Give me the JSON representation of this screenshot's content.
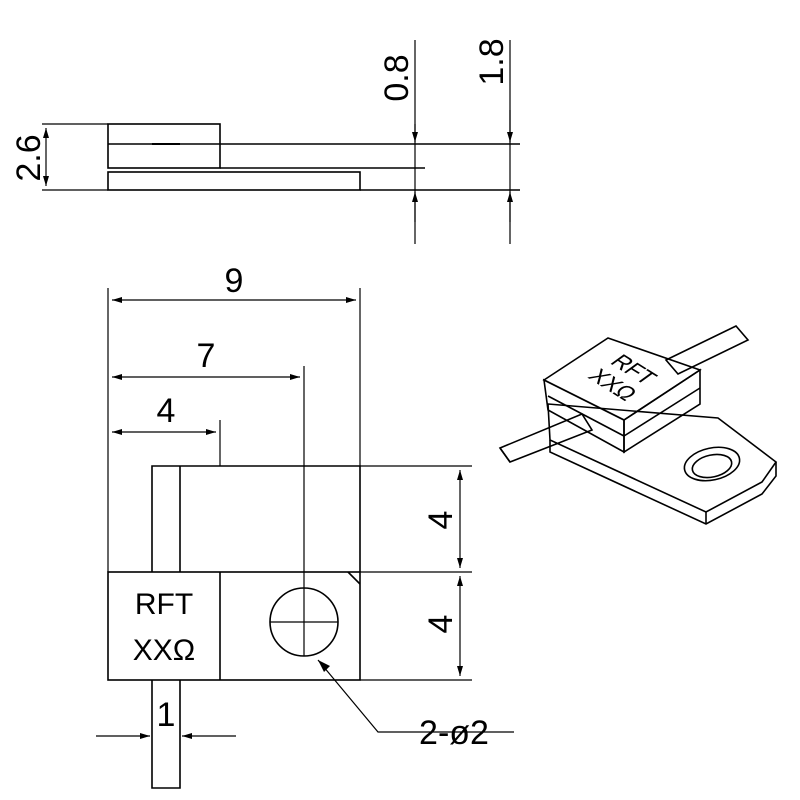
{
  "side_view": {
    "dim_height": "2.6",
    "dim_a": "0.8",
    "dim_b": "1.8"
  },
  "top_view": {
    "dim_total_width": "9",
    "dim_hole_center": "7",
    "dim_body_width": "4",
    "dim_upper_height": "4",
    "dim_lower_height": "4",
    "dim_lead_width": "1",
    "hole_callout": "2-ø2",
    "marking_line1": "RFT",
    "marking_line2": "XXΩ"
  },
  "iso_view": {
    "marking_line1": "RFT",
    "marking_line2": "XXΩ"
  }
}
